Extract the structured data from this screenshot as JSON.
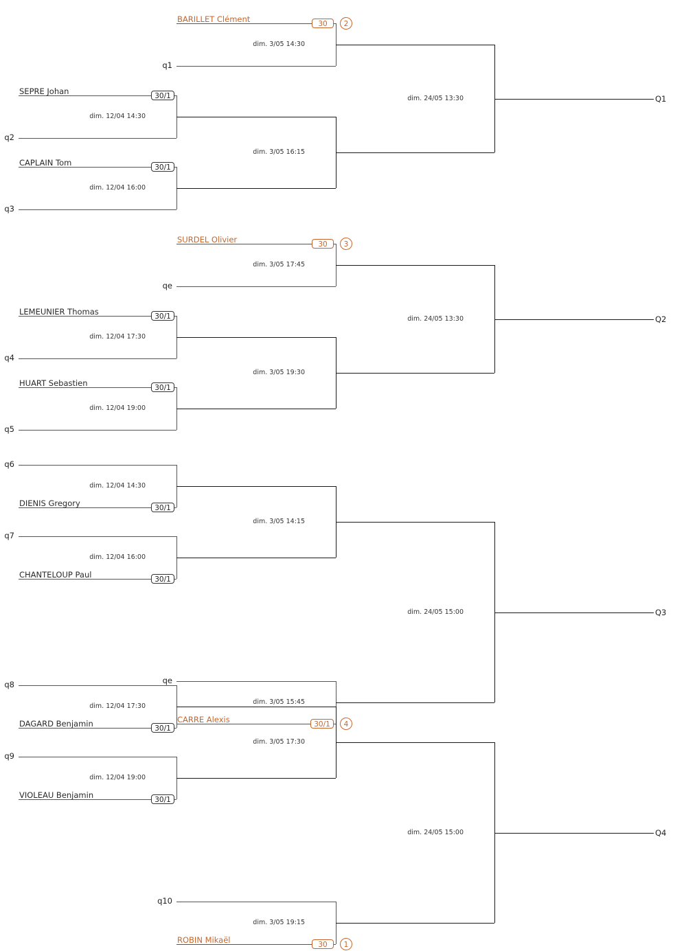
{
  "colors": {
    "seed": "#c8662a",
    "line": "#555555",
    "text": "#222222"
  },
  "sections": [
    {
      "final": {
        "date": "dim. 24/05 13:30",
        "winner_label": "Q1"
      },
      "semis": [
        {
          "date": "dim. 3/05 14:30",
          "top": {
            "type": "seed",
            "name": "BARILLET Clément",
            "rank": "30",
            "seed": "2"
          },
          "bottom": {
            "type": "qualifier",
            "label": "q1"
          }
        },
        {
          "date": "dim. 3/05 16:15",
          "matches": [
            {
              "date": "dim. 12/04 14:30",
              "top": {
                "type": "player",
                "name": "SEPRE Johan",
                "rank": "30/1"
              },
              "bottom": {
                "type": "qualifier",
                "label": "q2"
              }
            },
            {
              "date": "dim. 12/04 16:00",
              "top": {
                "type": "player",
                "name": "CAPLAIN Tom",
                "rank": "30/1"
              },
              "bottom": {
                "type": "qualifier",
                "label": "q3"
              }
            }
          ]
        }
      ]
    },
    {
      "final": {
        "date": "dim. 24/05 13:30",
        "winner_label": "Q2"
      },
      "semis": [
        {
          "date": "dim. 3/05 17:45",
          "top": {
            "type": "seed",
            "name": "SURDEL Olivier",
            "rank": "30",
            "seed": "3"
          },
          "bottom": {
            "type": "qualifier",
            "label": "qe"
          }
        },
        {
          "date": "dim. 3/05 19:30",
          "matches": [
            {
              "date": "dim. 12/04 17:30",
              "top": {
                "type": "player",
                "name": "LEMEUNIER Thomas",
                "rank": "30/1"
              },
              "bottom": {
                "type": "qualifier",
                "label": "q4"
              }
            },
            {
              "date": "dim. 12/04 19:00",
              "top": {
                "type": "player",
                "name": "HUART Sebastien",
                "rank": "30/1"
              },
              "bottom": {
                "type": "qualifier",
                "label": "q5"
              }
            }
          ]
        }
      ]
    },
    {
      "final": {
        "date": "dim. 24/05 15:00",
        "winner_label": "Q3"
      },
      "semis": [
        {
          "date": "dim. 3/05 14:15",
          "matches": [
            {
              "date": "dim. 12/04 14:30",
              "top": {
                "type": "qualifier",
                "label": "q6"
              },
              "bottom": {
                "type": "player",
                "name": "DIENIS Gregory",
                "rank": "30/1"
              }
            },
            {
              "date": "dim. 12/04 16:00",
              "top": {
                "type": "qualifier",
                "label": "q7"
              },
              "bottom": {
                "type": "player",
                "name": "CHANTELOUP Paul",
                "rank": "30/1"
              }
            }
          ]
        },
        {
          "date": "dim. 3/05 15:45",
          "top": {
            "type": "qualifier",
            "label": "qe"
          },
          "bottom": {
            "type": "seed",
            "name": "CARRE Alexis",
            "rank": "30/1",
            "seed": "4"
          }
        }
      ]
    },
    {
      "final": {
        "date": "dim. 24/05 15:00",
        "winner_label": "Q4"
      },
      "semis": [
        {
          "date": "dim. 3/05 17:30",
          "matches": [
            {
              "date": "dim. 12/04 17:30",
              "top": {
                "type": "qualifier",
                "label": "q8"
              },
              "bottom": {
                "type": "player",
                "name": "DAGARD Benjamin",
                "rank": "30/1"
              }
            },
            {
              "date": "dim. 12/04 19:00",
              "top": {
                "type": "qualifier",
                "label": "q9"
              },
              "bottom": {
                "type": "player",
                "name": "VIOLEAU Benjamin",
                "rank": "30/1"
              }
            }
          ]
        },
        {
          "date": "dim. 3/05 19:15",
          "top": {
            "type": "qualifier",
            "label": "q10"
          },
          "bottom": {
            "type": "seed",
            "name": "ROBIN Mikaël",
            "rank": "30",
            "seed": "1"
          }
        }
      ]
    }
  ]
}
